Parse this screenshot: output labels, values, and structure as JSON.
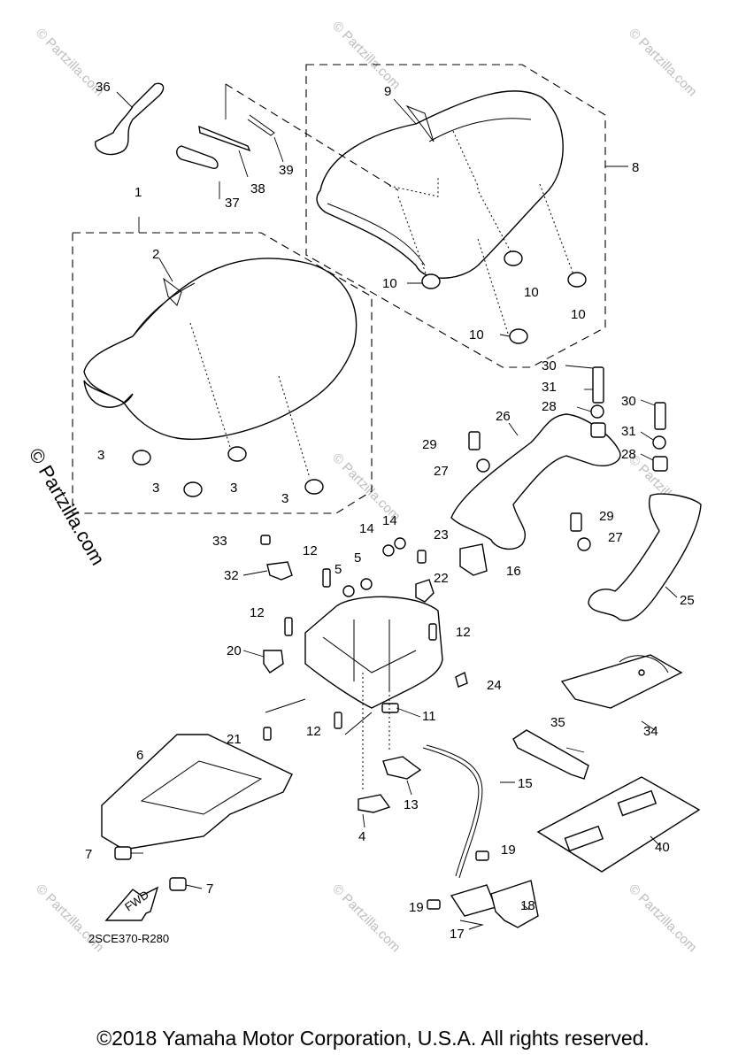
{
  "diagram": {
    "watermarks": [
      "© Partzilla.com"
    ],
    "side_watermark": "© Partzilla.com",
    "reference_code": "2SCE370-R280",
    "fwd_label": "FWD",
    "copyright": "©2018 Yamaha Motor Corporation, U.S.A. All rights reserved.",
    "callouts": {
      "c1": "1",
      "c2": "2",
      "c3": "3",
      "c4": "4",
      "c5": "5",
      "c6": "6",
      "c7": "7",
      "c8": "8",
      "c9": "9",
      "c10": "10",
      "c11": "11",
      "c12": "12",
      "c13": "13",
      "c14": "14",
      "c15": "15",
      "c16": "16",
      "c17": "17",
      "c18": "18",
      "c19": "19",
      "c20": "20",
      "c21": "21",
      "c22": "22",
      "c23": "23",
      "c24": "24",
      "c25": "25",
      "c26": "26",
      "c27": "27",
      "c28": "28",
      "c29": "29",
      "c30": "30",
      "c31": "31",
      "c32": "32",
      "c33": "33",
      "c34": "34",
      "c35": "35",
      "c36": "36",
      "c37": "37",
      "c38": "38",
      "c39": "39",
      "c40": "40"
    }
  }
}
